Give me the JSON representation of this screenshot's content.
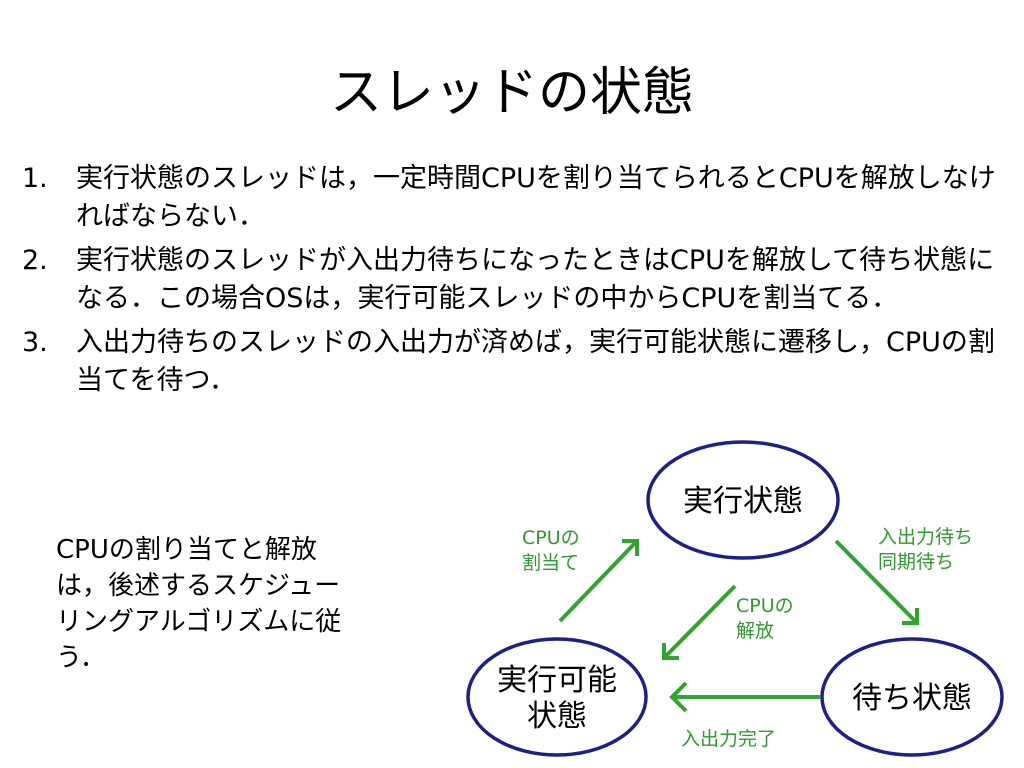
{
  "title": "スレッドの状態",
  "bullets": [
    {
      "num": "1.",
      "text": "実行状態のスレッドは，一定時間CPUを割り当てられるとCPUを解放しなければならない．"
    },
    {
      "num": "2.",
      "text": "実行状態のスレッドが入出力待ちになったときはCPUを解放して待ち状態になる．この場合OSは，実行可能スレッドの中からCPUを割当てる．"
    },
    {
      "num": "3.",
      "text": "入出力待ちのスレッドの入出力が済めば，実行可能状態に遷移し，CPUの割当てを待つ．"
    }
  ],
  "note": "CPUの割り当てと解放は，後述するスケジューリングアルゴリズムに従う．",
  "diagram": {
    "colors": {
      "node_outline": "#1f1f8c",
      "arrow": "#2fa52f",
      "edge_label": "#2f9a2f"
    },
    "states": {
      "running": "実行状態",
      "ready_line1": "実行可能",
      "ready_line2": "状態",
      "waiting": "待ち状態"
    },
    "edges": {
      "assign_line1": "CPUの",
      "assign_line2": "割当て",
      "release_line1": "CPUの",
      "release_line2": "解放",
      "io_wait_line1": "入出力待ち",
      "io_wait_line2": "同期待ち",
      "io_done": "入出力完了"
    }
  }
}
